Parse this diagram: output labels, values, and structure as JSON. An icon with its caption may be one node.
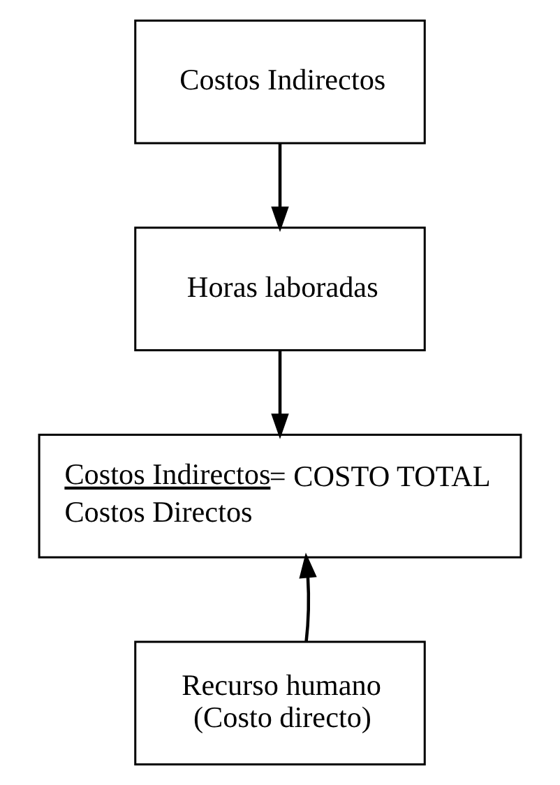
{
  "diagram": {
    "nodes": [
      {
        "text": [
          "Costos Indirectos"
        ]
      },
      {
        "text": [
          "Horas laboradas"
        ]
      },
      {
        "text": [
          "Costos Indirectos",
          "= COSTO TOTAL",
          "Costos Directos"
        ]
      },
      {
        "text": [
          "Recurso humano (Costo directo)"
        ]
      }
    ],
    "edges": [
      {
        "from": 0,
        "to": 1,
        "arrow": "to"
      },
      {
        "from": 1,
        "to": 2,
        "arrow": "to"
      },
      {
        "from": 3,
        "to": 2,
        "arrow": "to"
      }
    ]
  }
}
